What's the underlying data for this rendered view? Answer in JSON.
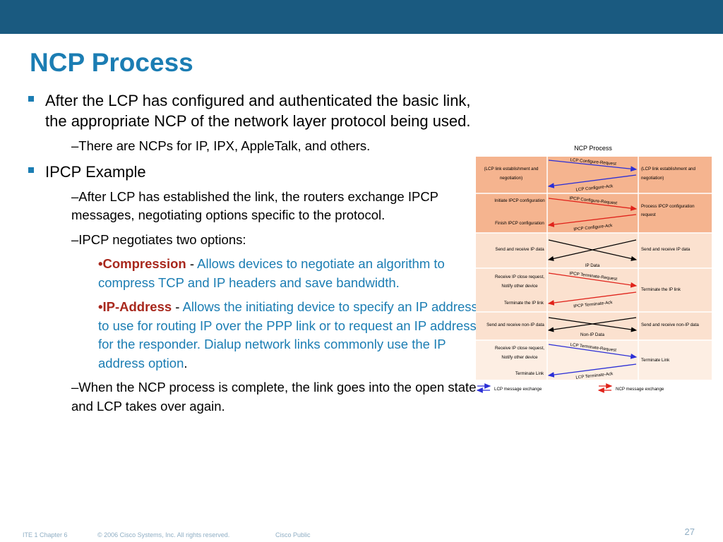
{
  "slide": {
    "title": "NCP Process",
    "bullets": {
      "b1": "After the LCP has configured and authenticated the basic link, the appropriate NCP of the network layer protocol being used.",
      "b1_sub": "–There are NCPs for IP, IPX, AppleTalk, and others.",
      "b2": "IPCP Example",
      "b2_sub1": "–After LCP has established the link, the routers exchange IPCP messages, negotiating options specific to the protocol.",
      "b2_sub2": "–IPCP negotiates two options:",
      "opt1_bullet": "•",
      "opt1_term": "Compression",
      "opt1_sep": " - ",
      "opt1_desc": "Allows devices to negotiate an algorithm to compress TCP and IP headers and save bandwidth.",
      "opt2_bullet": "•",
      "opt2_term": "IP-Address",
      "opt2_sep": " - ",
      "opt2_desc": "Allows the initiating device to specify an IP address to use for routing IP over the PPP link or to request an IP address for the responder. Dialup network links commonly use the IP address option",
      "opt2_end": ".",
      "b2_sub3": "–When the NCP process is complete, the link goes into the open state and LCP takes over again."
    }
  },
  "diagram": {
    "title": "NCP Process",
    "row1_left_l1": "(LCP link establishment and",
    "row1_left_l2": "negotiation)",
    "row1_right_l1": "(LCP link establishment and",
    "row1_right_l2": "negotiation)",
    "row1_msg1": "LCP Configure-Request",
    "row1_msg2": "LCP Configure-Ack",
    "row2_left1": "Initiate IPCP configuration",
    "row2_left2": "Finish IPCP configuration",
    "row2_right_l1": "Process IPCP configuration",
    "row2_right_l2": "request",
    "row2_msg1": "IPCP Configure-Request",
    "row2_msg2": "IPCP Configure-Ack",
    "row3_left": "Send and receive IP data",
    "row3_right": "Send and receive IP data",
    "row3_msg": "IP Data",
    "row4_left1": "Receive IP close request,",
    "row4_left2": "Notify other device",
    "row4_left3": "Terminate the IP link",
    "row4_right": "Terminate the IP link",
    "row4_msg1": "IPCP Terminate-Request",
    "row4_msg2": "IPCP Terminate-Ack",
    "row5_left": "Send and receive non-IP data",
    "row5_right": "Send and receive non-IP data",
    "row5_msg": "Non-IP Data",
    "row6_left1": "Receive IP close request,",
    "row6_left2": "Notify other device",
    "row6_left3": "Terminate Link",
    "row6_right": "Terminate Link",
    "row6_msg1": "LCP Terminate-Request",
    "row6_msg2": "LCP Terminate-Ack",
    "legend_lcp": "LCP message exchange",
    "legend_ncp": "NCP message exchange",
    "colors": {
      "lcp": "#2b2fd6",
      "ncp": "#e0231b",
      "band_dark": "#f5b48f",
      "band_light": "#fbe1cf"
    }
  },
  "footer": {
    "course": "ITE 1 Chapter 6",
    "copyright": "© 2006 Cisco Systems, Inc. All rights reserved.",
    "classification": "Cisco Public",
    "page": "27"
  }
}
